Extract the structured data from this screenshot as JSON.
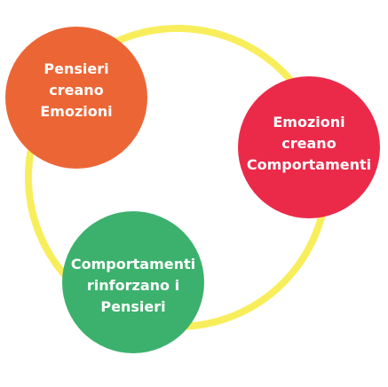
{
  "colors": {
    "ring": "#f8ee5c",
    "node_1": "#ec6635",
    "node_2": "#eb2a4a",
    "node_3": "#3cb16d",
    "text": "#ffffff",
    "background": "#ffffff"
  },
  "cycle": {
    "nodes": [
      {
        "lines": [
          "Pensieri",
          "creano",
          "Emozioni"
        ]
      },
      {
        "lines": [
          "Emozioni",
          "creano",
          "Comportamenti"
        ]
      },
      {
        "lines": [
          "Comportamenti",
          "rinforzano i",
          "Pensieri"
        ]
      }
    ]
  }
}
